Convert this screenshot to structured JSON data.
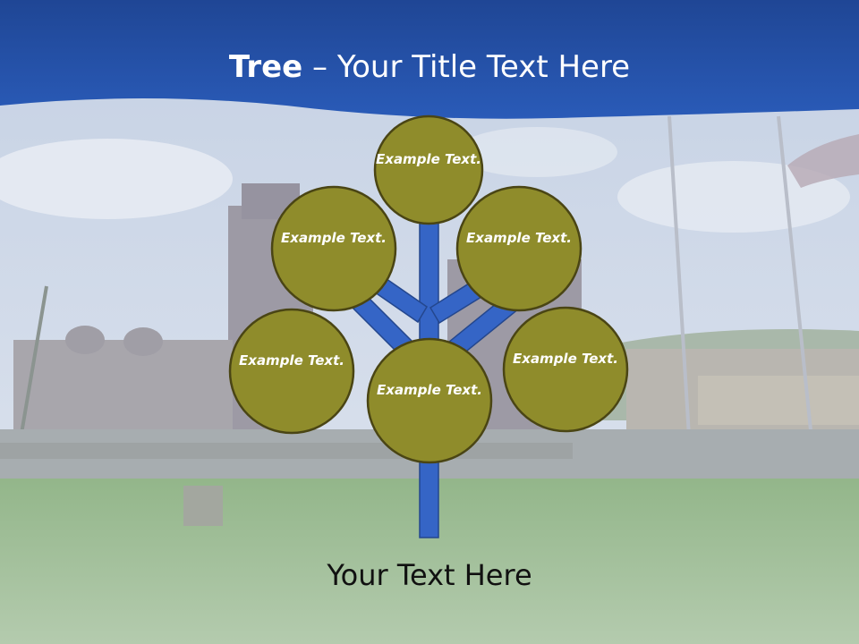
{
  "slide": {
    "title_bold": "Tree",
    "title_rest": " – Your Title Text Here",
    "footer": "Your Text Here"
  },
  "tree": {
    "nodes": [
      {
        "label": "Example Text."
      },
      {
        "label": "Example Text."
      },
      {
        "label": "Example Text."
      },
      {
        "label": "Example Text."
      },
      {
        "label": "Example Text."
      },
      {
        "label": "Example Text."
      }
    ]
  },
  "colors": {
    "header_blue": "#2452a8",
    "branch_blue": "#3565c6",
    "node_fill": "#8f8c2b",
    "node_stroke": "#4a4514"
  }
}
